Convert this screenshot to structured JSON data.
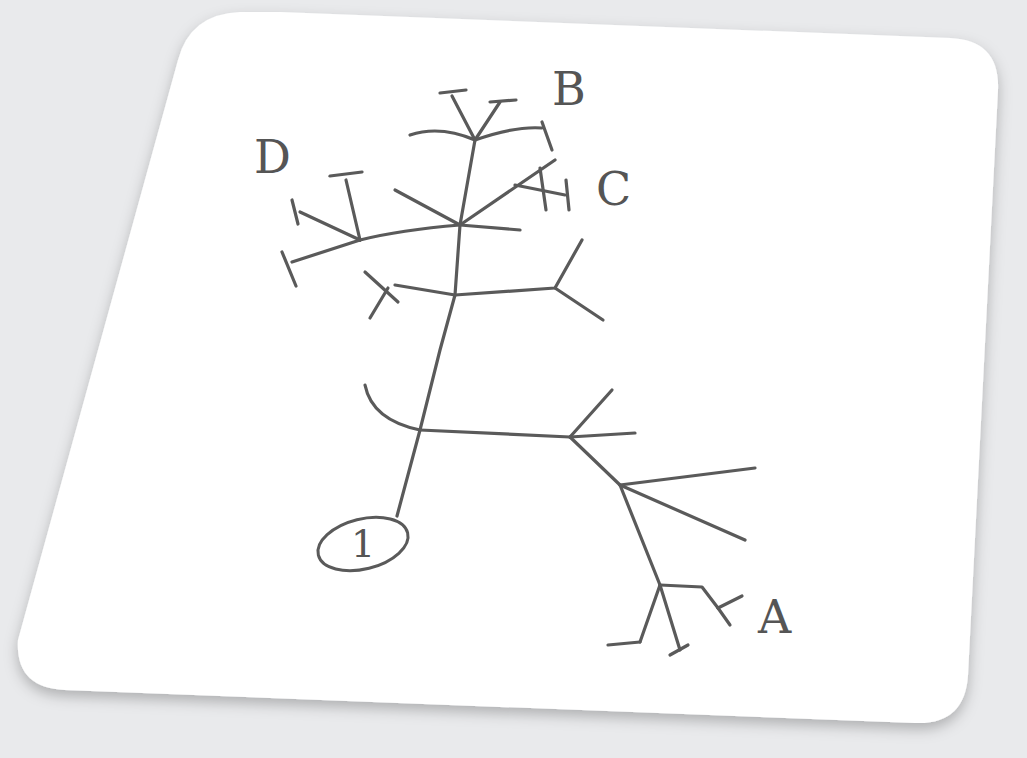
{
  "diagram": {
    "nodes": [
      {
        "text": [
          "1"
        ]
      }
    ],
    "labels": [
      "A",
      "B",
      "C",
      "D"
    ]
  }
}
